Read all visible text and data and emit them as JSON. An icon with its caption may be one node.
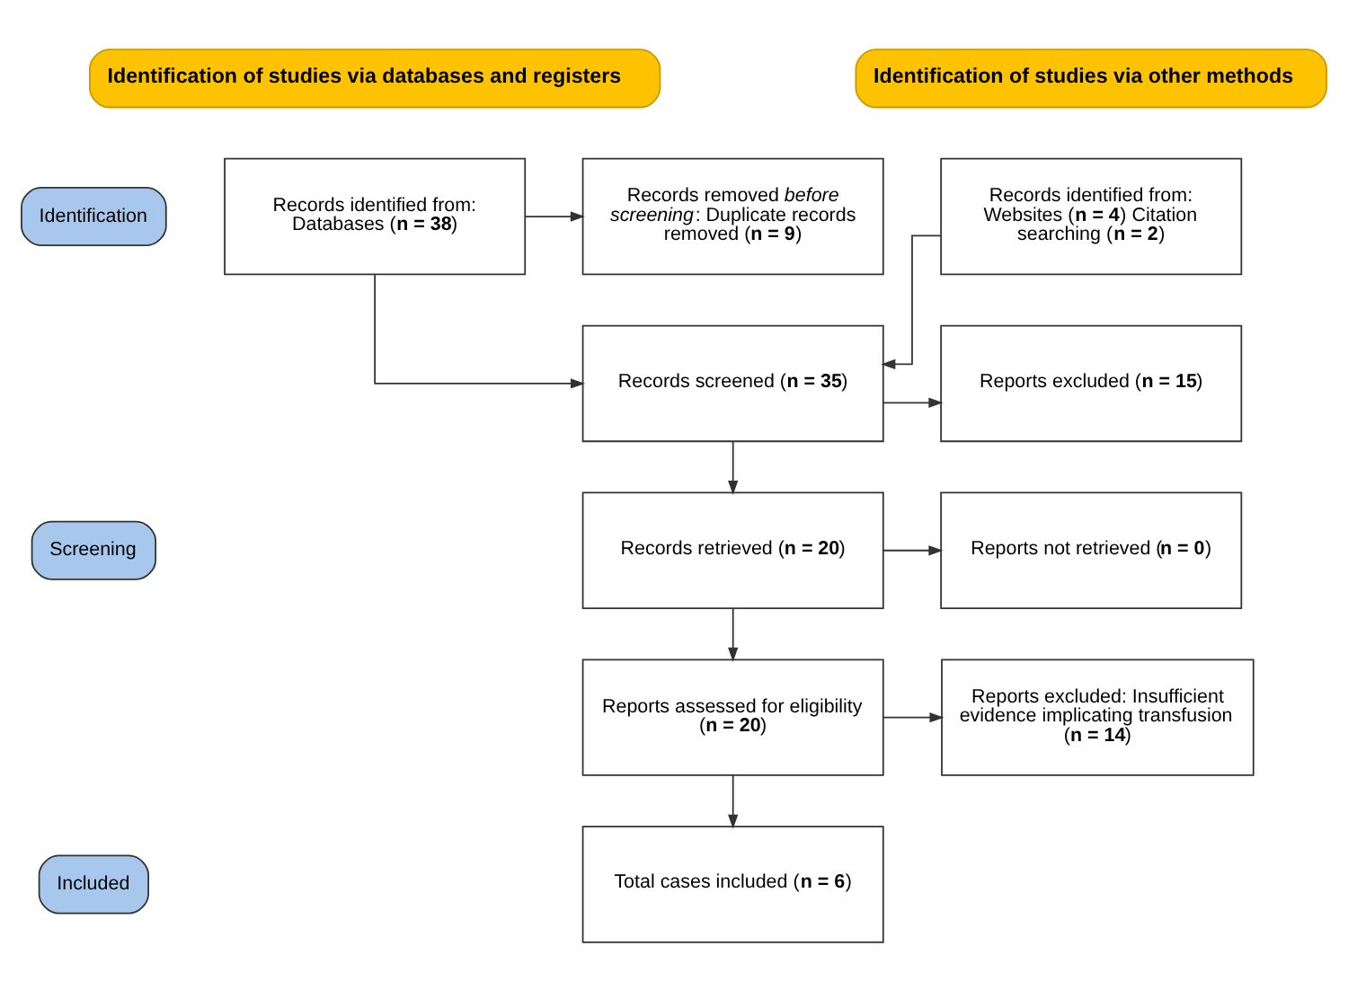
{
  "diagram": {
    "nodes": [
      {
        "text": [
          "Identification of studies via databases and registers"
        ]
      },
      {
        "text": [
          "Identification of studies via other methods"
        ]
      },
      {
        "text": [
          "Identification"
        ]
      },
      {
        "text": [
          "Records identified from: Databases (**n = 38**)"
        ]
      },
      {
        "text": [
          "Records removed *before screening*: Duplicate records removed (**n = 9**)"
        ]
      },
      {
        "text": [
          "Records identified from: Websites (**n = 4**) Citation searching (**n = 2**)"
        ]
      },
      {
        "text": [
          "Screening"
        ]
      },
      {
        "text": [
          "Records screened (**n = 35**)"
        ]
      },
      {
        "text": [
          "Reports excluded (**n = 15**)"
        ]
      },
      {
        "text": [
          "Records retrieved (**n = 20**)"
        ]
      },
      {
        "text": [
          "Reports not retrieved (**n = 0**)"
        ]
      },
      {
        "text": [
          "Reports assessed for eligibility (**n = 20**)"
        ]
      },
      {
        "text": [
          "Reports excluded: Insufficient evidence implicating transfusion (**n = 14**)"
        ]
      },
      {
        "text": [
          "Included"
        ]
      },
      {
        "text": [
          "Total cases included (**n = 6**)"
        ]
      }
    ],
    "edges": [
      {
        "from": 3,
        "to": 4,
        "arrow": "to"
      },
      {
        "from": 3,
        "to": 7,
        "arrow": "to"
      },
      {
        "from": 5,
        "to": 7,
        "arrow": "to"
      },
      {
        "from": 7,
        "to": 8,
        "arrow": "to"
      },
      {
        "from": 7,
        "to": 9,
        "arrow": "to"
      },
      {
        "from": 9,
        "to": 10,
        "arrow": "to"
      },
      {
        "from": 9,
        "to": 11,
        "arrow": "to"
      },
      {
        "from": 11,
        "to": 12,
        "arrow": "to"
      },
      {
        "from": 11,
        "to": 14,
        "arrow": "to"
      }
    ]
  }
}
